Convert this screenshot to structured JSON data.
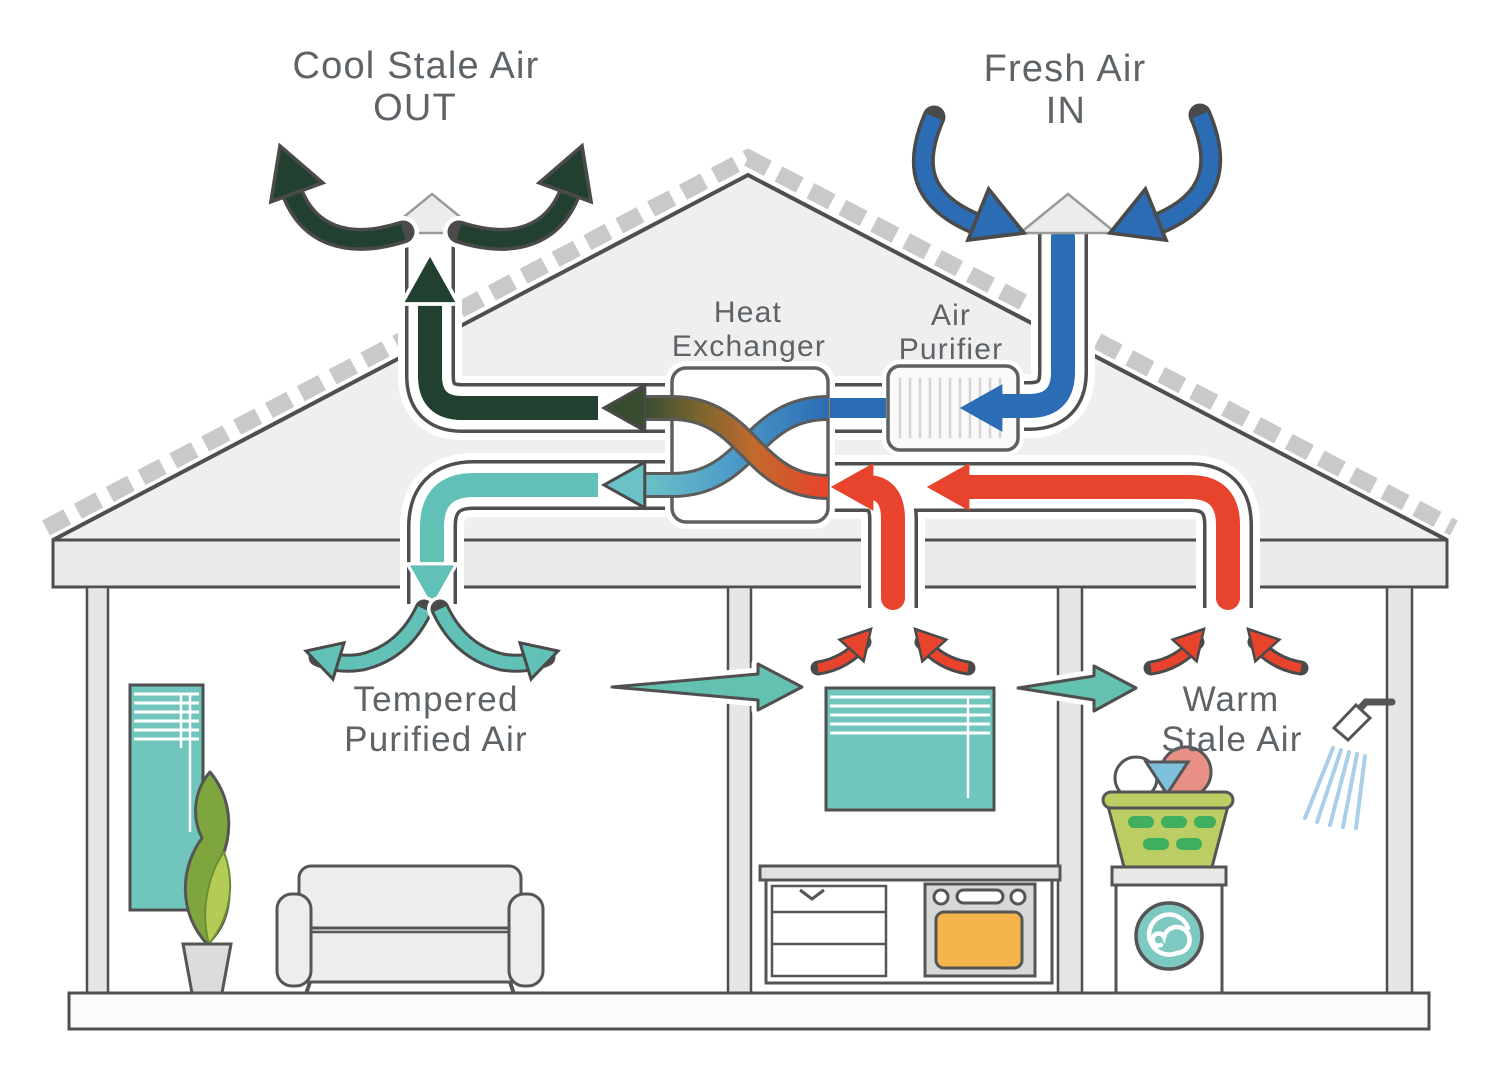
{
  "diagram": {
    "title": "Home heat recovery ventilation diagram",
    "labels": {
      "exhaust": {
        "line1": "Cool Stale Air",
        "line2": "OUT"
      },
      "intake": {
        "line1": "Fresh Air",
        "line2": "IN"
      },
      "heat_exchanger": {
        "line1": "Heat",
        "line2": "Exchanger"
      },
      "air_purifier": {
        "line1": "Air",
        "line2": "Purifier"
      },
      "supply": {
        "line1": "Tempered",
        "line2": "Purified Air"
      },
      "extract": {
        "line1": "Warm",
        "line2": "Stale Air"
      }
    },
    "flows": [
      {
        "name": "cool-stale-air-out",
        "color": "#21402f"
      },
      {
        "name": "fresh-air-in",
        "color": "#2b6cb4"
      },
      {
        "name": "tempered-purified-air",
        "color": "#62c1b6"
      },
      {
        "name": "warm-stale-air",
        "color": "#e8432c"
      }
    ],
    "colors": {
      "text": "#5e6367",
      "outline": "#4f4f4f",
      "roof_fill": "#efeff0",
      "tile_gray": "#c9c9c9",
      "window_teal": "#70c6bc",
      "oven_orange": "#f4b44c",
      "basket_green": "#bccd63",
      "washer_door_teal": "#7ecac3",
      "shower_spray_blue": "#a9cfe9",
      "plant_green_dark": "#7fa63e",
      "plant_green_light": "#b4cb55"
    }
  }
}
